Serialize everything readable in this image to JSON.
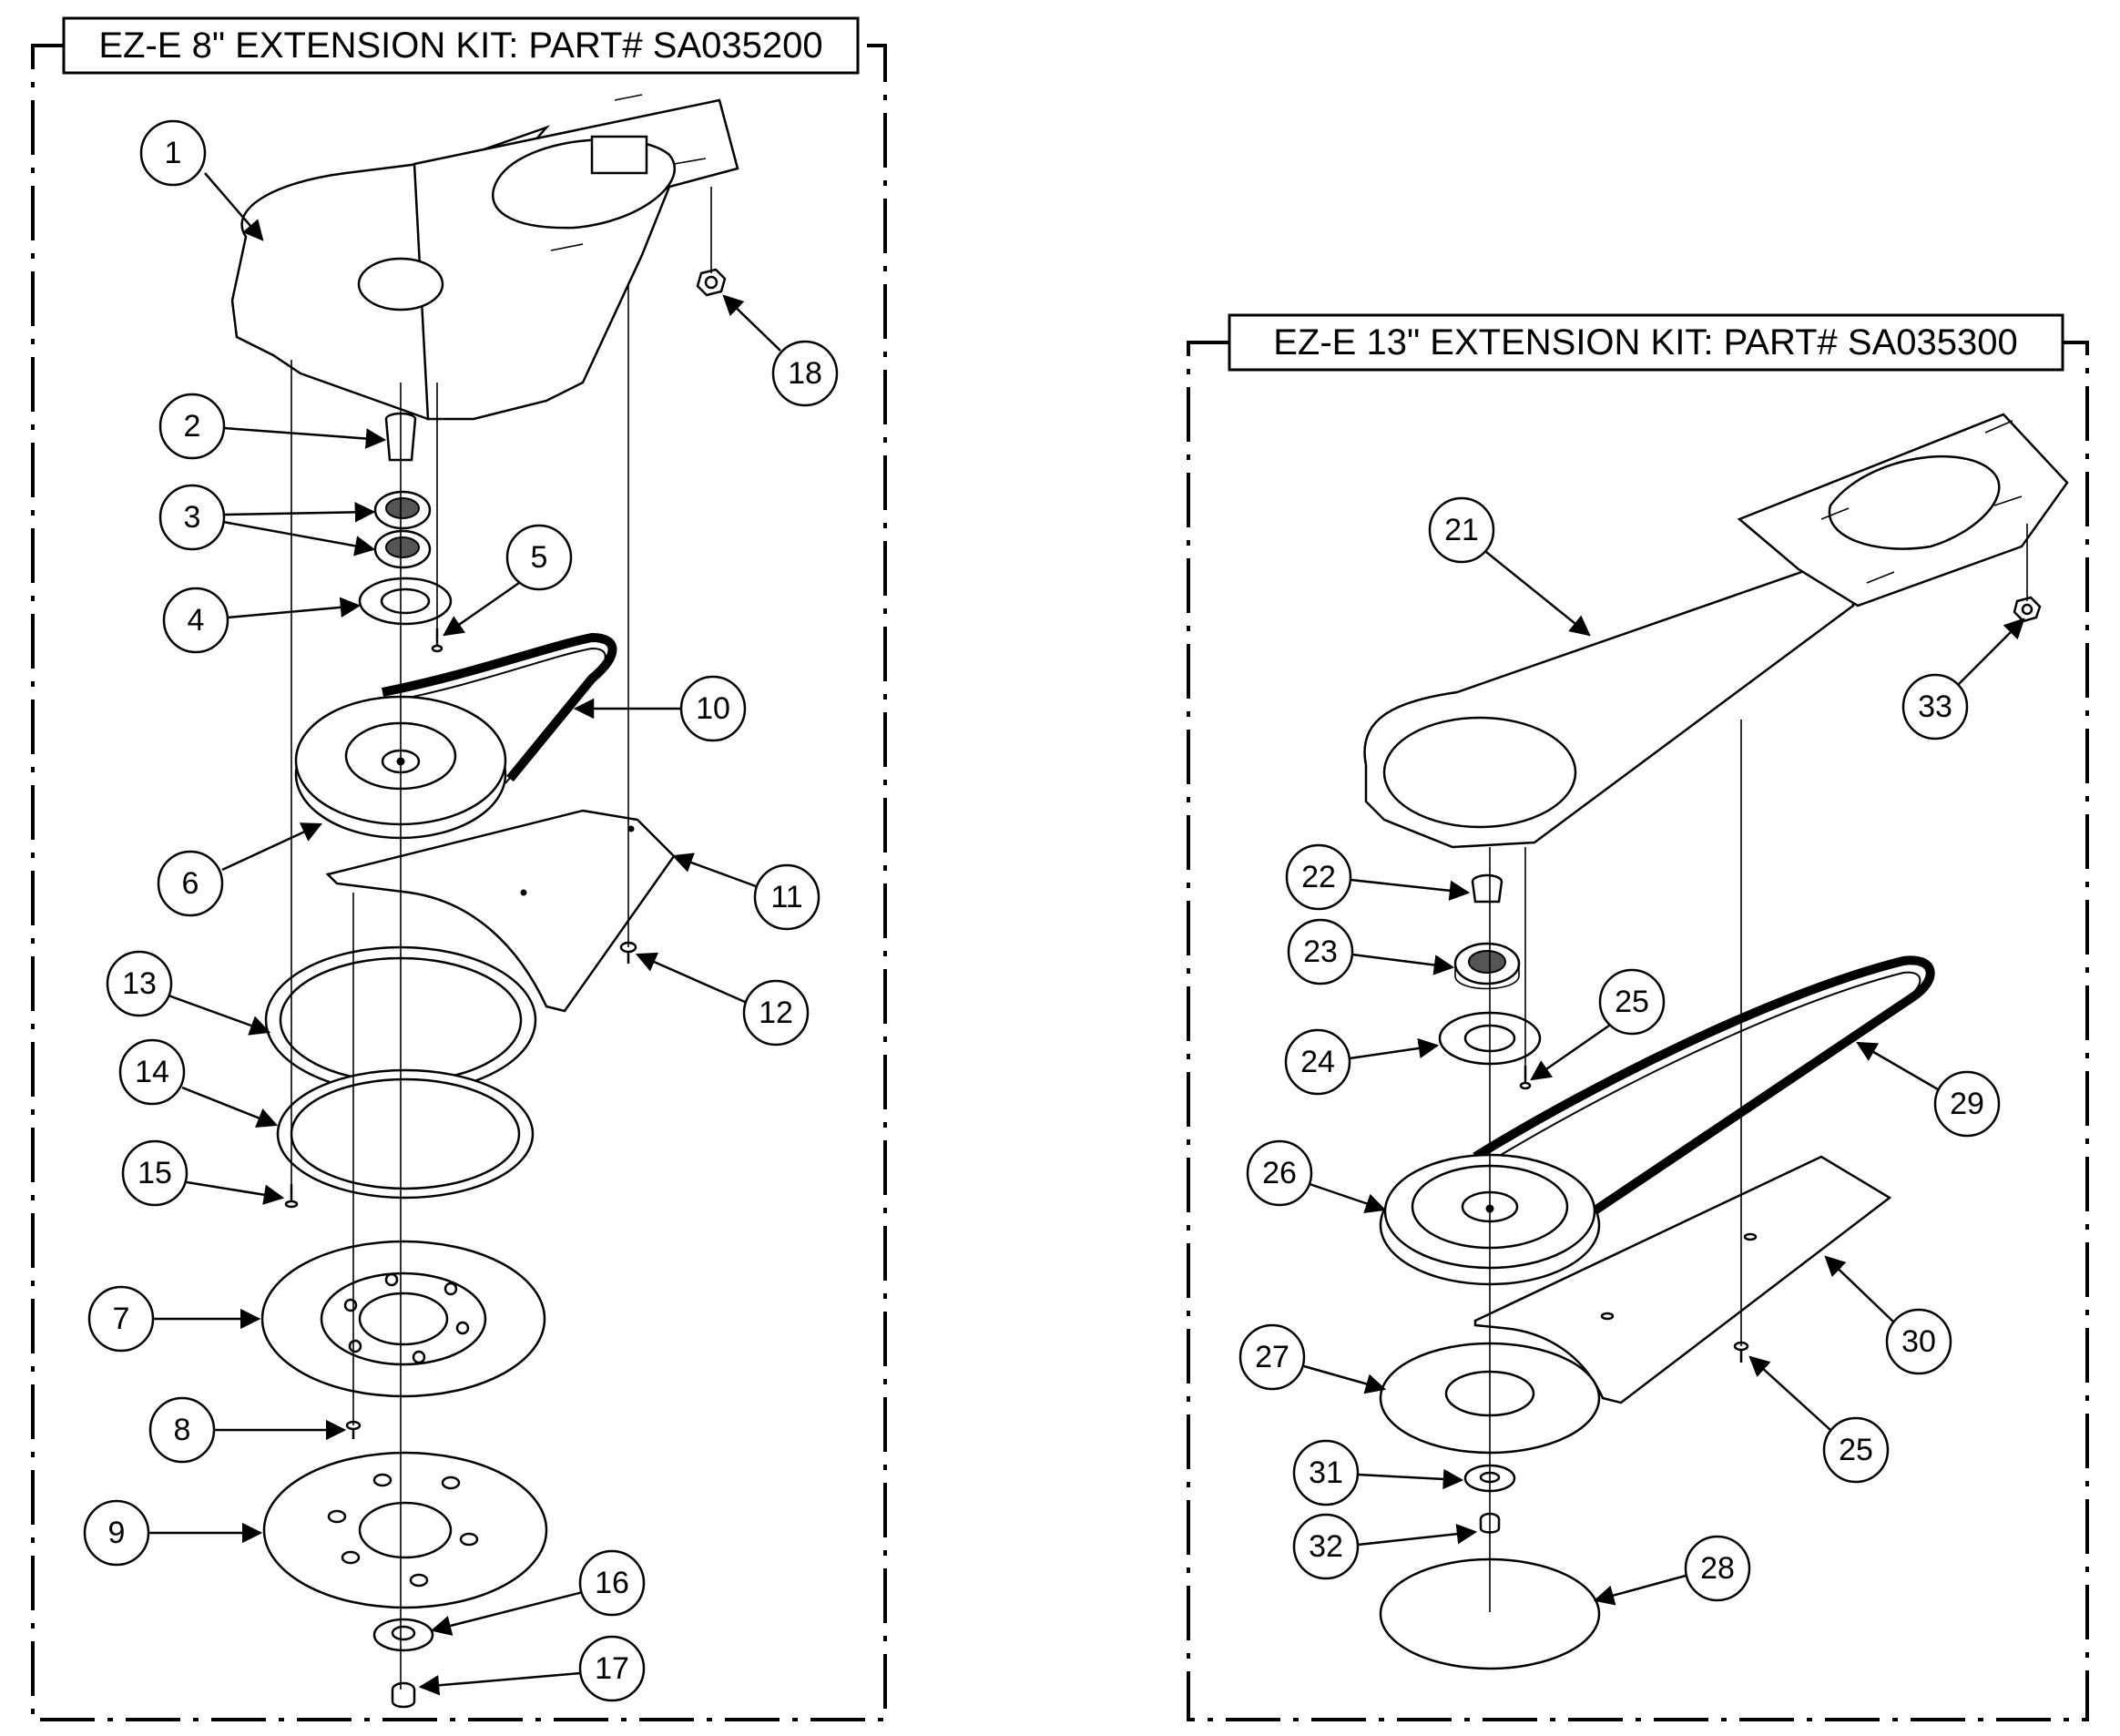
{
  "kits": [
    {
      "title": "EZ-E 8\" EXTENSION KIT: PART# SA035200"
    },
    {
      "title": "EZ-E 13\" EXTENSION KIT: PART# SA035300"
    }
  ],
  "callouts": {
    "c1": "1",
    "c2": "2",
    "c3": "3",
    "c4": "4",
    "c5": "5",
    "c6": "6",
    "c7": "7",
    "c8": "8",
    "c9": "9",
    "c10": "10",
    "c11": "11",
    "c12": "12",
    "c13": "13",
    "c14": "14",
    "c15": "15",
    "c16": "16",
    "c17": "17",
    "c18": "18",
    "c21": "21",
    "c22": "22",
    "c23": "23",
    "c24": "24",
    "c25a": "25",
    "c25b": "25",
    "c26": "26",
    "c27": "27",
    "c28": "28",
    "c29": "29",
    "c30": "30",
    "c31": "31",
    "c32": "32",
    "c33": "33"
  }
}
